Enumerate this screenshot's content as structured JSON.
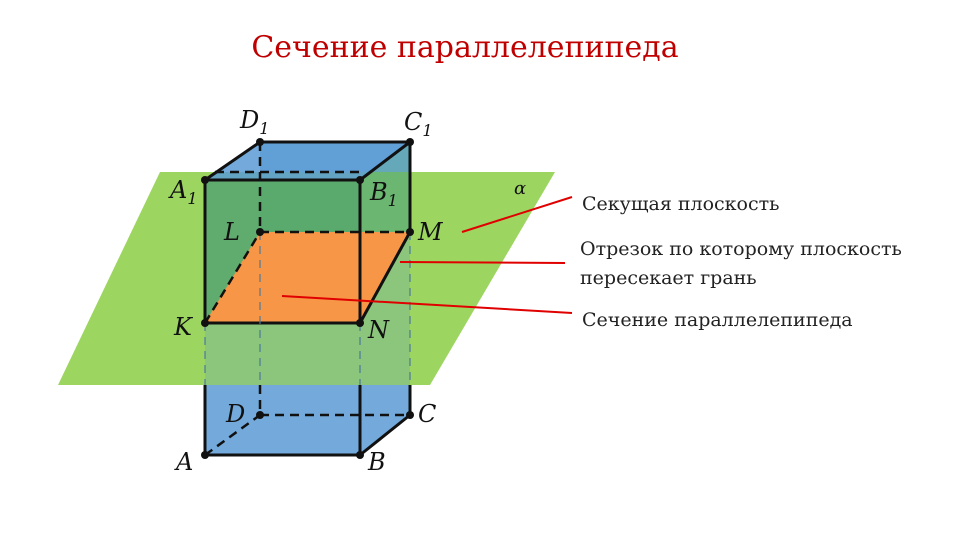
{
  "title": "Сечение параллелепипеда",
  "colors": {
    "title": "#c00000",
    "plane": "#92d050",
    "box": "#5b9bd5",
    "section": "#f79646",
    "callout_line": "#e00000"
  },
  "plane_label": "α",
  "vertices": {
    "A": {
      "base": "A",
      "sub": ""
    },
    "B": {
      "base": "B",
      "sub": ""
    },
    "C": {
      "base": "C",
      "sub": ""
    },
    "D": {
      "base": "D",
      "sub": ""
    },
    "A1": {
      "base": "A",
      "sub": "1"
    },
    "B1": {
      "base": "B",
      "sub": "1"
    },
    "C1": {
      "base": "C",
      "sub": "1"
    },
    "D1": {
      "base": "D",
      "sub": "1"
    },
    "K": {
      "base": "K",
      "sub": ""
    },
    "L": {
      "base": "L",
      "sub": ""
    },
    "M": {
      "base": "M",
      "sub": ""
    },
    "N": {
      "base": "N",
      "sub": ""
    }
  },
  "callouts": {
    "plane": "Секущая плоскость",
    "segment_line1": "Отрезок по которому плоскость",
    "segment_line2": "пересекает грань",
    "section": "Сечение параллелепипеда"
  }
}
